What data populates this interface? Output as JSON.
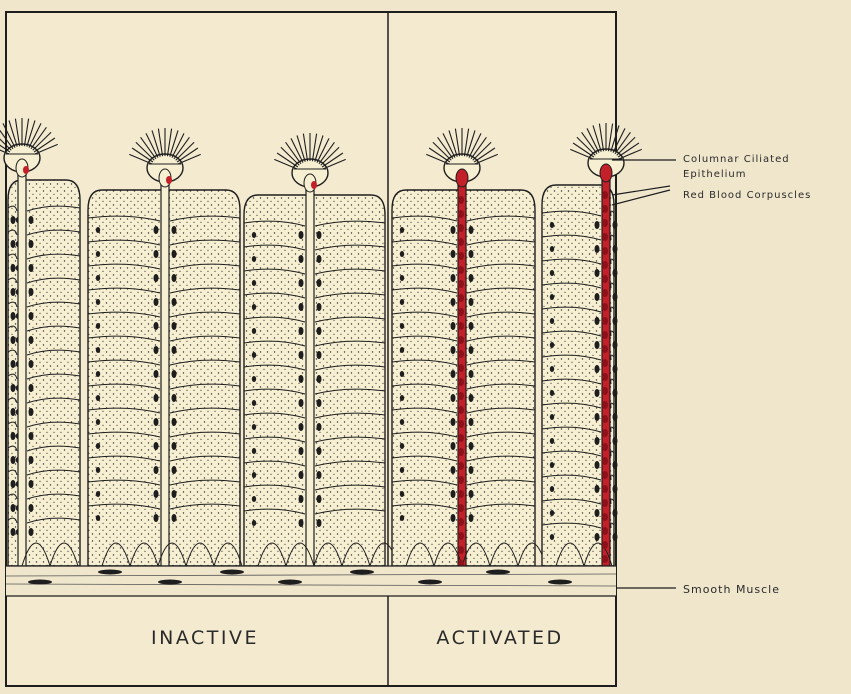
{
  "panels": {
    "left_caption": "INACTIVE",
    "right_caption": "ACTIVATED"
  },
  "labels": {
    "ciliated_epithelium_line1": "Columnar Ciliated",
    "ciliated_epithelium_line2": "Epithelium",
    "red_blood_corpuscles": "Red Blood Corpuscles",
    "smooth_muscle": "Smooth Muscle"
  },
  "colors": {
    "paper": "#efe6cc",
    "cell_fill": "#f7efd2",
    "ink": "#1e1e1e",
    "blood": "#c4202a"
  }
}
